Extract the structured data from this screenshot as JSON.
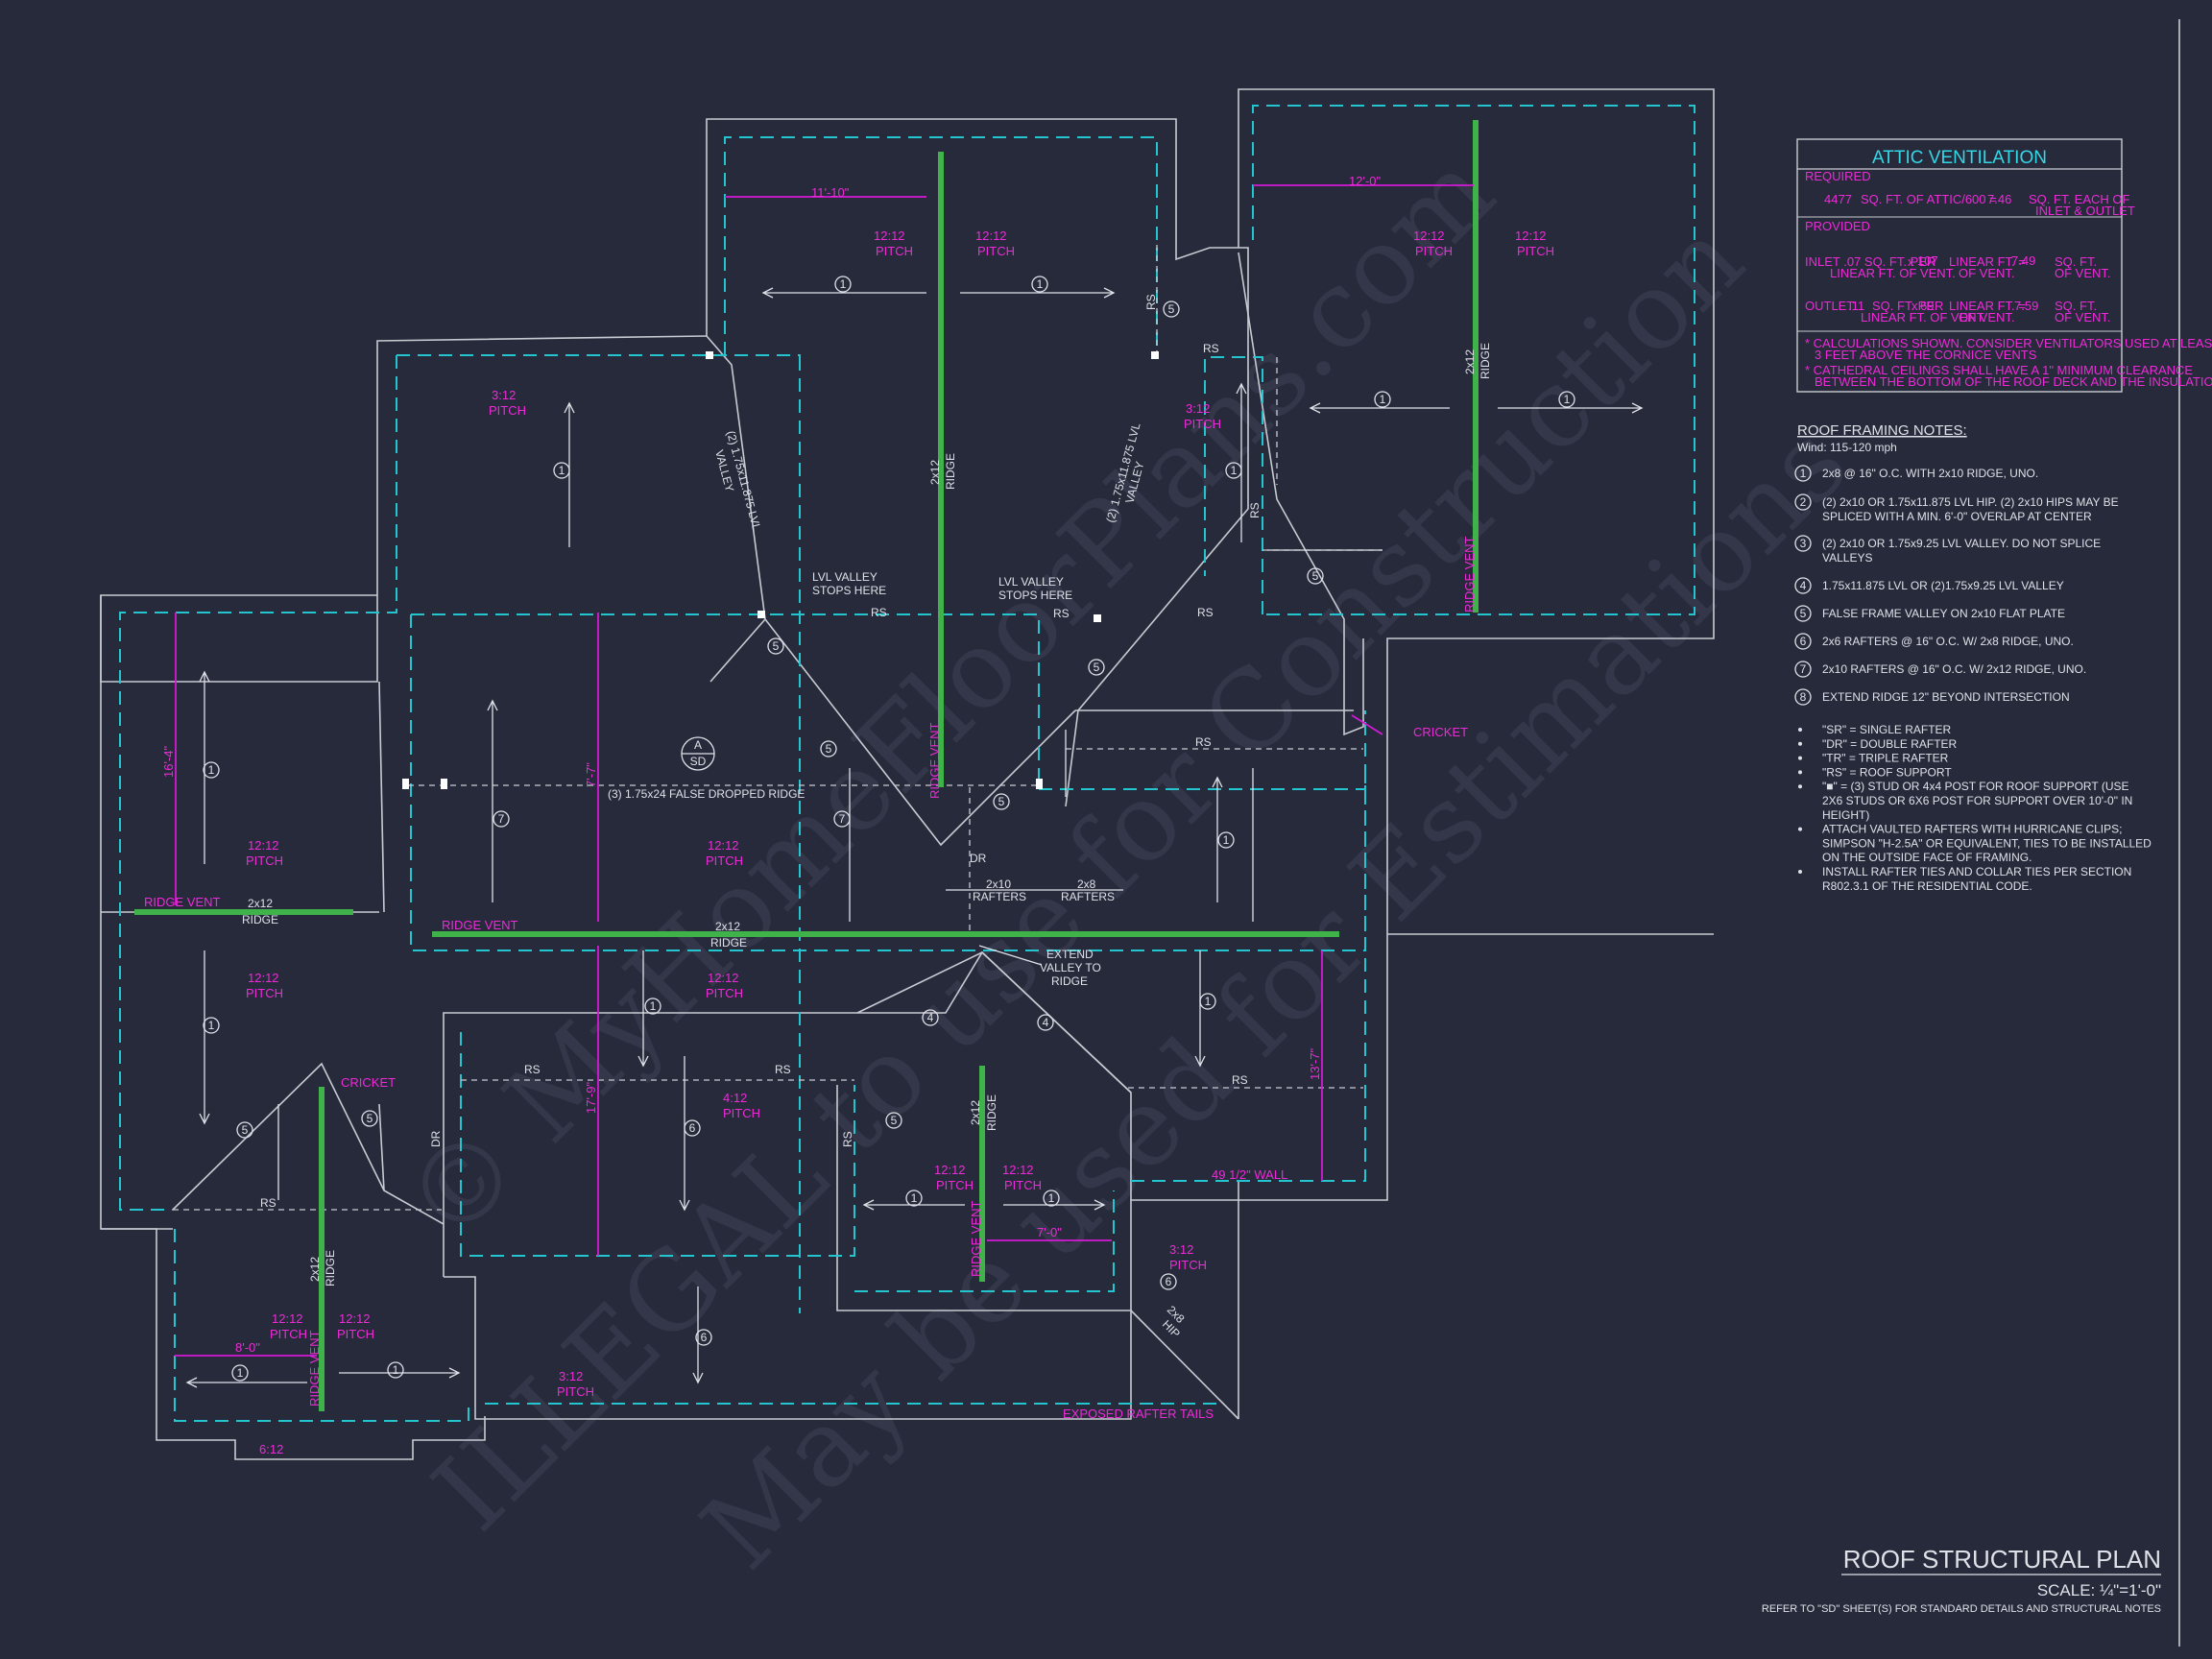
{
  "attic": {
    "title": "ATTIC VENTILATION",
    "required_label": "REQUIRED",
    "req_area": "4477",
    "req_text": "SQ. FT. OF ATTIC/600 =",
    "req_value": "7.46",
    "req_unit_1": "SQ. FT. EACH OF",
    "req_unit_2": "INLET & OUTLET",
    "provided_label": "PROVIDED",
    "inlet_1": "INLET .07 SQ. FT. PER",
    "inlet_2": "LINEAR FT. OF VENT.",
    "inlet_x": "x",
    "inlet_lf": "107",
    "inlet_lf_1": "LINEAR FT. =",
    "inlet_lf_2": "OF VENT.",
    "inlet_total": "7.49",
    "inlet_sf_1": "SQ. FT.",
    "inlet_sf_2": "OF VENT.",
    "outlet_1": "OUTLET",
    "outlet_rate": ".11",
    "outlet_2": "SQ. FT. PER",
    "outlet_3": "LINEAR FT. OF VENT.",
    "outlet_x": "x",
    "outlet_lf": "69",
    "outlet_lf_1": "LINEAR FT. =",
    "outlet_lf_2": "OF VENT.",
    "outlet_total": "7.59",
    "outlet_sf_1": "SQ. FT.",
    "outlet_sf_2": "OF VENT.",
    "note1a": "* CALCULATIONS SHOWN. CONSIDER VENTILATORS USED AT LEAST",
    "note1b": "3 FEET ABOVE THE CORNICE VENTS",
    "note2a": "* CATHEDRAL CEILINGS SHALL HAVE A 1\" MINIMUM CLEARANCE",
    "note2b": "BETWEEN THE BOTTOM OF THE ROOF DECK AND THE INSULATION."
  },
  "notes": {
    "title": "ROOF FRAMING NOTES:",
    "wind": "Wind: 115-120 mph",
    "items": [
      {
        "n": "1",
        "l1": "2x8 @ 16\" O.C. WITH 2x10 RIDGE, UNO.",
        "l2": ""
      },
      {
        "n": "2",
        "l1": "(2) 2x10 OR 1.75x11.875 LVL HIP. (2) 2x10 HIPS MAY BE",
        "l2": "SPLICED WITH A MIN. 6'-0\" OVERLAP AT CENTER"
      },
      {
        "n": "3",
        "l1": "(2) 2x10 OR 1.75x9.25 LVL VALLEY. DO NOT SPLICE",
        "l2": "VALLEYS"
      },
      {
        "n": "4",
        "l1": "1.75x11.875 LVL OR (2)1.75x9.25 LVL VALLEY",
        "l2": ""
      },
      {
        "n": "5",
        "l1": "FALSE FRAME VALLEY ON 2x10 FLAT PLATE",
        "l2": ""
      },
      {
        "n": "6",
        "l1": "2x6 RAFTERS @ 16\" O.C. W/ 2x8 RIDGE, UNO.",
        "l2": ""
      },
      {
        "n": "7",
        "l1": "2x10 RAFTERS @ 16\" O.C. W/ 2x12 RIDGE, UNO.",
        "l2": ""
      },
      {
        "n": "8",
        "l1": "EXTEND RIDGE 12\" BEYOND INTERSECTION",
        "l2": ""
      }
    ],
    "bullets": [
      "\"SR\"  = SINGLE RAFTER",
      "\"DR\" = DOUBLE RAFTER",
      "\"TR\" = TRIPLE RAFTER",
      "\"RS\" = ROOF SUPPORT",
      "\"■\" = (3) STUD OR 4x4 POST FOR ROOF SUPPORT (USE",
      "2X6 STUDS OR 6X6 POST FOR SUPPORT OVER 10'-0\" IN",
      "HEIGHT)",
      "ATTACH VAULTED RAFTERS WITH HURRICANE CLIPS;",
      "SIMPSON \"H-2.5A\" OR EQUIVALENT, TIES TO BE INSTALLED",
      "ON THE OUTSIDE FACE OF FRAMING.",
      "INSTALL RAFTER TIES AND COLLAR TIES PER SECTION",
      "R802.3.1 OF THE  RESIDENTIAL CODE."
    ]
  },
  "titleblock": {
    "title": "ROOF STRUCTURAL PLAN",
    "scale": "SCALE: ¼\"=1'-0\"",
    "ref": "REFER TO \"SD\" SHEET(S) FOR STANDARD DETAILS AND STRUCTURAL NOTES"
  },
  "watermark": {
    "line1": "© MyHomeFloorPlans.com",
    "line2": "ILLEGAL to use for Construction",
    "line3": "May be used for Estimations"
  },
  "plan": {
    "pitch": "PITCH",
    "p1212": "12:12",
    "p312": "3:12",
    "p412": "4:12",
    "p612": "6:12",
    "rs": "RS",
    "dr": "DR",
    "ridge": "RIDGE",
    "r2x12": "2x12",
    "ridge_vent": "RIDGE VENT",
    "cricket": "CRICKET",
    "valley_lbl": "(2) 1.75x11.875 LVL",
    "valley_word": "VALLEY",
    "lvl_stops_1": "LVL VALLEY",
    "lvl_stops_2": "STOPS HERE",
    "false_ridge": "(3) 1.75x24 FALSE DROPPED RIDGE",
    "sec_a": "A",
    "sec_sd": "SD",
    "r2x10": "2x10",
    "r2x8": "2x8",
    "rafters": "RAFTERS",
    "extend_1": "EXTEND",
    "extend_2": "VALLEY TO",
    "extend_3": "RIDGE",
    "wall": "49 1/2\" WALL",
    "exposed": "EXPOSED RAFTER TAILS",
    "hip_2x8": "2x8",
    "hip": "HIP",
    "dims": {
      "d1": "11'-10\"",
      "d2": "12'-0\"",
      "d3": "16'-4\"",
      "d4": "7'-7\"",
      "d5": "17'-9\"",
      "d6": "13'-7\"",
      "d7": "7'-0\"",
      "d8": "8'-0\""
    },
    "n1": "1",
    "n5": "5",
    "n6": "6",
    "n7": "7",
    "n4": "4"
  }
}
